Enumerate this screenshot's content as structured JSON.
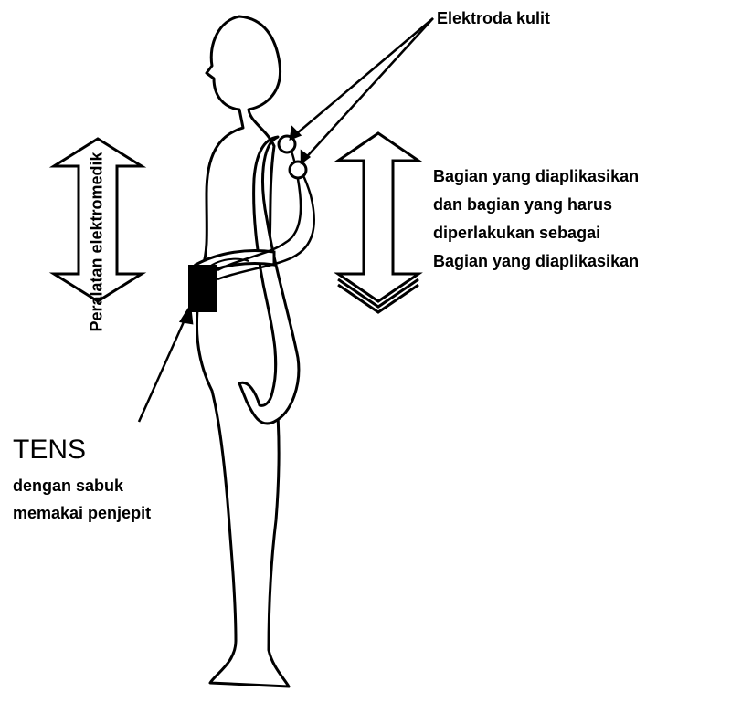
{
  "labels": {
    "skin_electrode": "Elektroda kulit",
    "applied_part": [
      "Bagian yang diaplikasikan",
      "dan bagian yang harus",
      "diperlakukan sebagai",
      "Bagian yang diaplikasikan"
    ],
    "tens_title": "TENS",
    "tens_description": [
      "dengan sabuk",
      "memakai penjepit"
    ],
    "me_equipment": "Peralatan elektromedik"
  }
}
